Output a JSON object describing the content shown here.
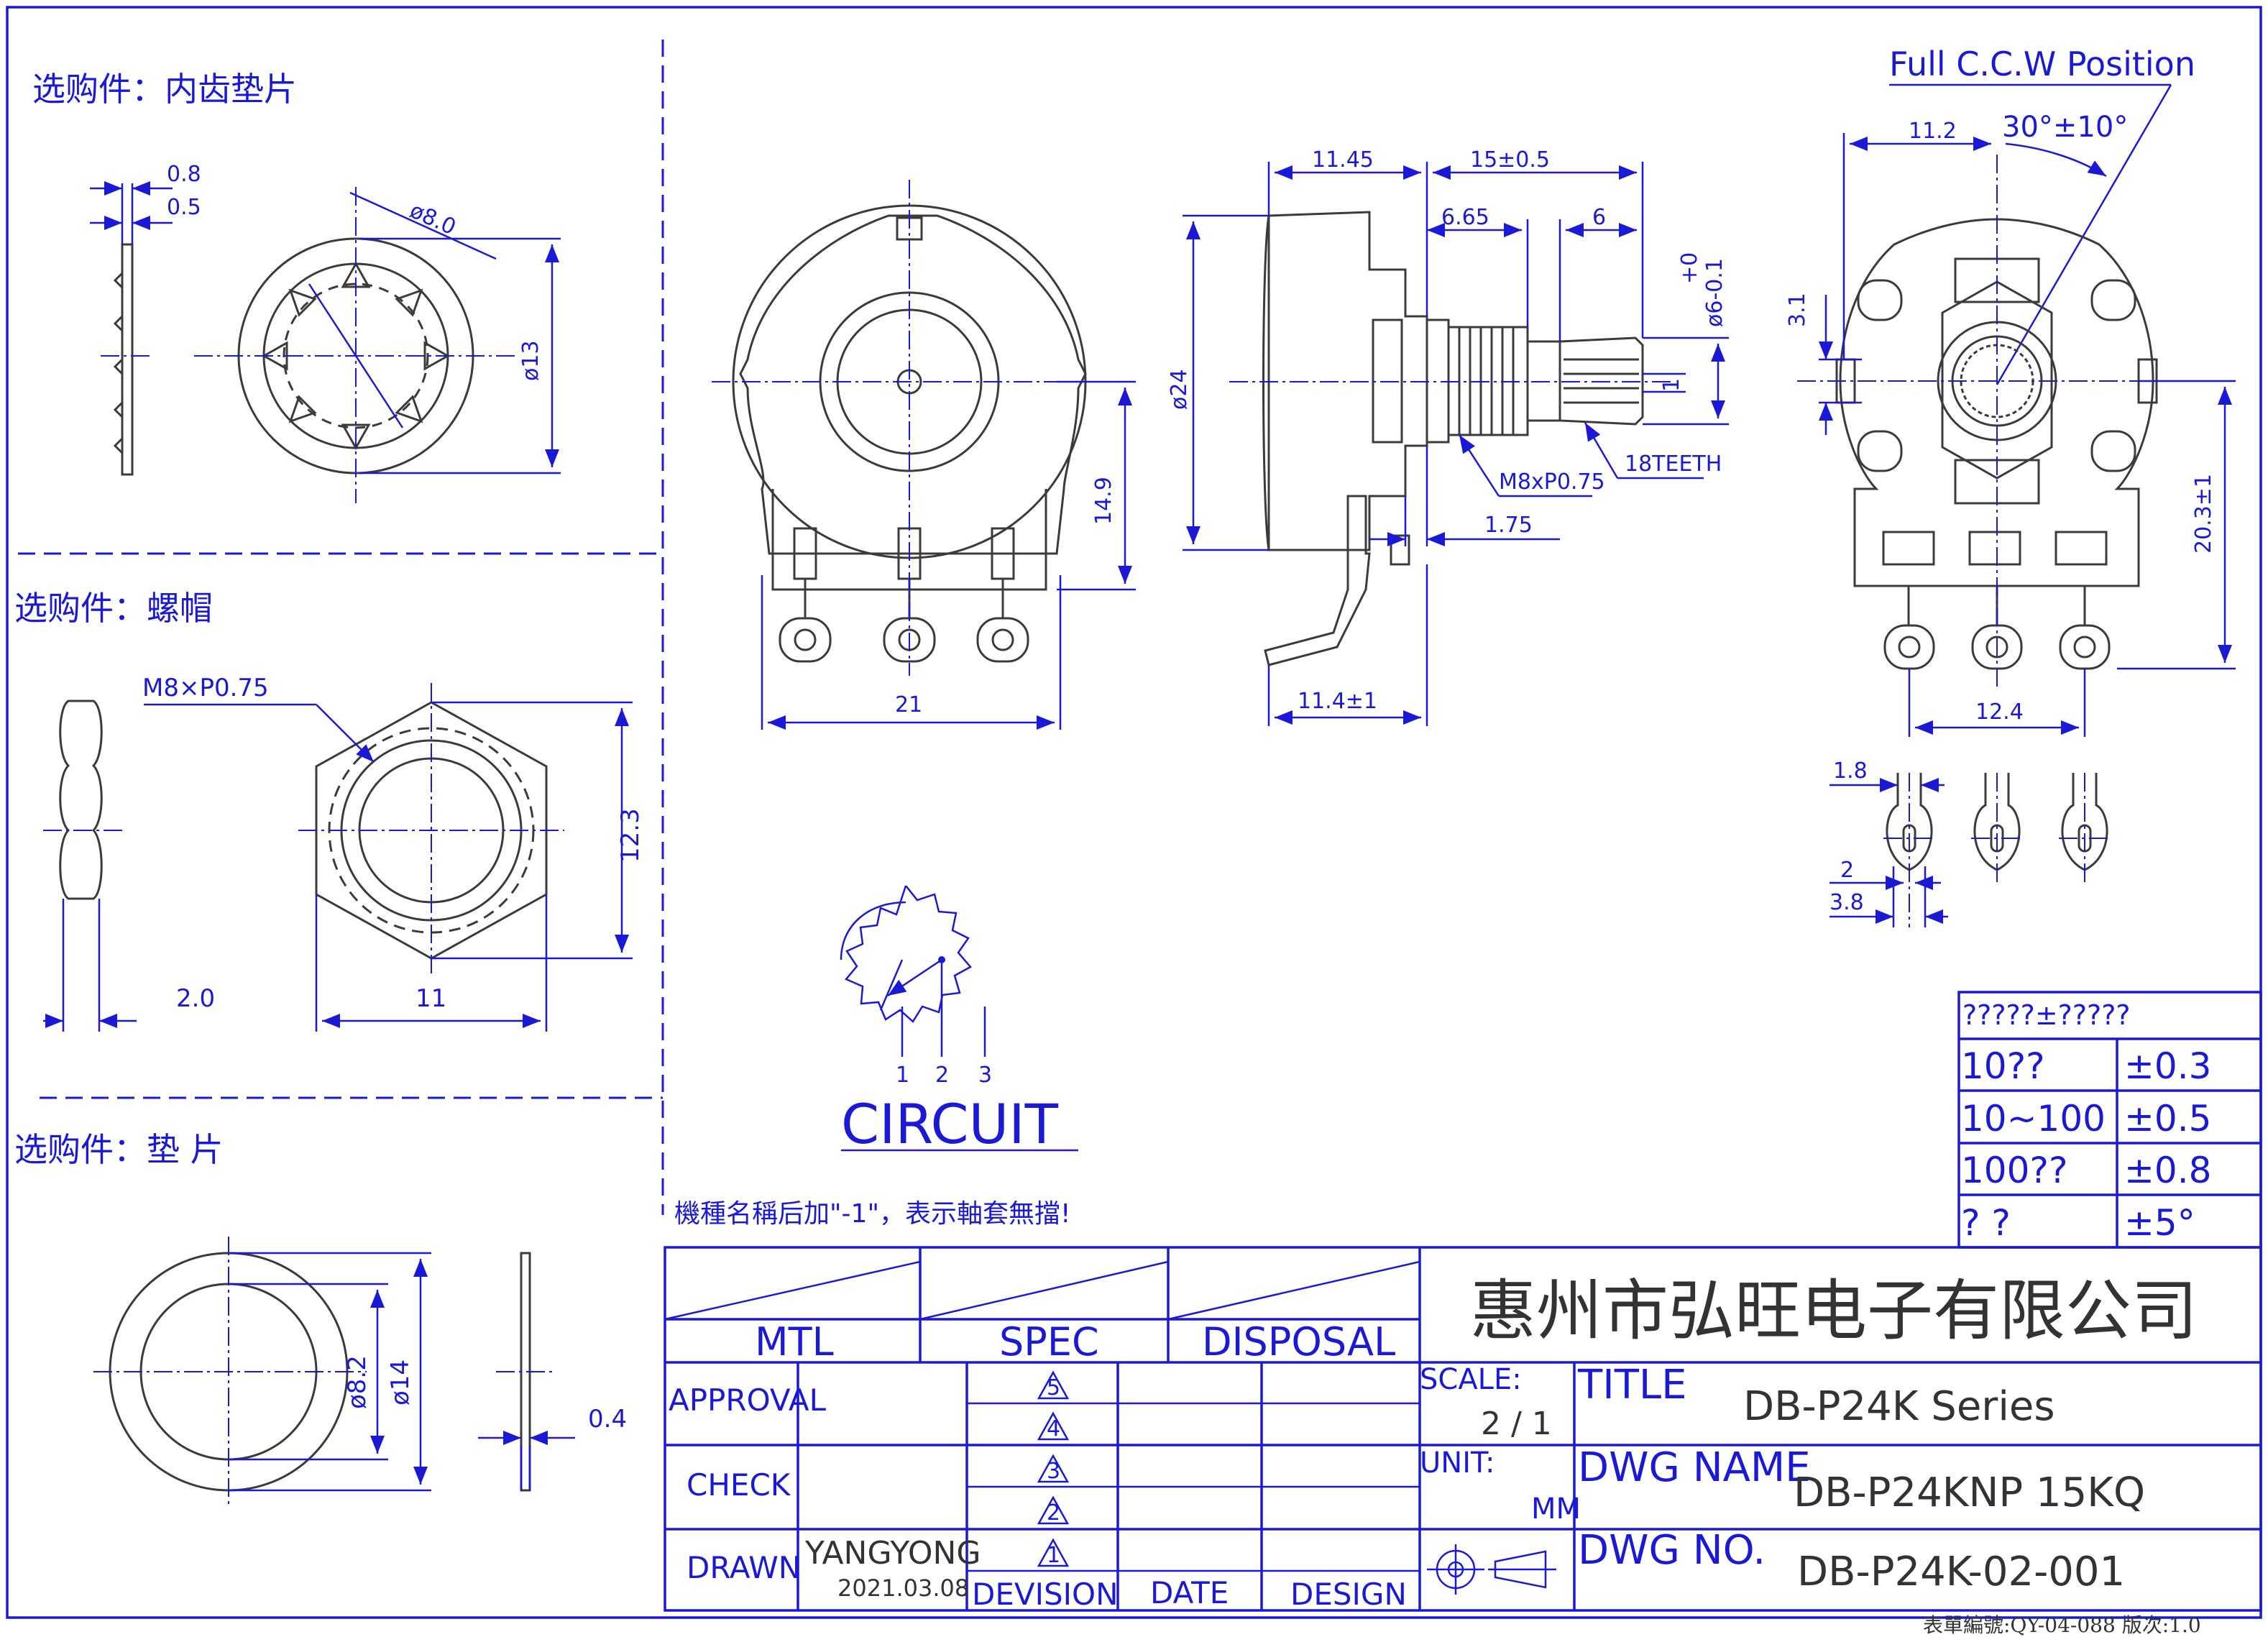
{
  "optional_parts": {
    "inner_tooth_washer": "选购件：内齿垫片",
    "nut": "选购件：螺帽",
    "washer": "选购件：垫 片"
  },
  "tooth_washer_dims": {
    "t1": "0.8",
    "t2": "0.5",
    "outer": "ø8.0",
    "dia": "ø13"
  },
  "nut_dims": {
    "thread": "M8×P0.75",
    "height": "12.3",
    "thickness": "2.0",
    "width": "11"
  },
  "washer_dims": {
    "inner": "ø8.2",
    "outer": "ø14",
    "thickness": "0.4"
  },
  "front_view_dims": {
    "width": "21",
    "height": "14.9"
  },
  "side_view_dims": {
    "body": "11.45",
    "shaft": "15±0.5",
    "thread_len": "6.65",
    "knurl": "6",
    "dia_body": "ø24",
    "shaft_dia": "ø6-0.1",
    "shaft_tol": "+0",
    "flat": "1",
    "thread": "M8xP0.75",
    "teeth": "18TEETH",
    "collar": "1.75",
    "terminal": "11.4±1"
  },
  "rear_view_dims": {
    "position": "Full C.C.W Position",
    "angle": "30°±10°",
    "offset": "11.2",
    "slot": "3.1",
    "height": "20.3±1",
    "pitch": "12.4"
  },
  "terminal_detail_dims": {
    "a": "1.8",
    "b": "2",
    "c": "3.8"
  },
  "circuit": {
    "pins": [
      "1",
      "2",
      "3"
    ],
    "label": "CIRCUIT"
  },
  "note": "機種名稱后加\"-1\"，表示軸套無擋!",
  "tolerance_table": {
    "header": "?????±?????",
    "rows": [
      {
        "range": "10??",
        "tol": "±0.3"
      },
      {
        "range": "10~100",
        "tol": "±0.5"
      },
      {
        "range": "100??",
        "tol": "±0.8"
      },
      {
        "range": "?   ?",
        "tol": "±5°"
      }
    ]
  },
  "title_block": {
    "company": "惠州市弘旺电子有限公司",
    "mtl": "MTL",
    "spec": "SPEC",
    "disposal": "DISPOSAL",
    "approval": "APPROVAL",
    "check": "CHECK",
    "drawn": "DRAWN",
    "drawn_by": "YANGYONG",
    "drawn_date": "2021.03.08",
    "revisions": [
      "5",
      "4",
      "3",
      "2",
      "1"
    ],
    "devision": "DEVISION",
    "date": "DATE",
    "design": "DESIGN",
    "scale_label": "SCALE:",
    "scale": "2 / 1",
    "unit_label": "UNIT:",
    "unit": "MM",
    "title_label": "TITLE",
    "title": "DB-P24K Series",
    "dwg_name_label": "DWG  NAME",
    "dwg_name": "DB-P24KNP  15KQ",
    "dwg_no_label": "DWG  NO.",
    "dwg_no": "DB-P24K-02-001",
    "form": "表單編號:QY-04-088   版次:1.0"
  }
}
